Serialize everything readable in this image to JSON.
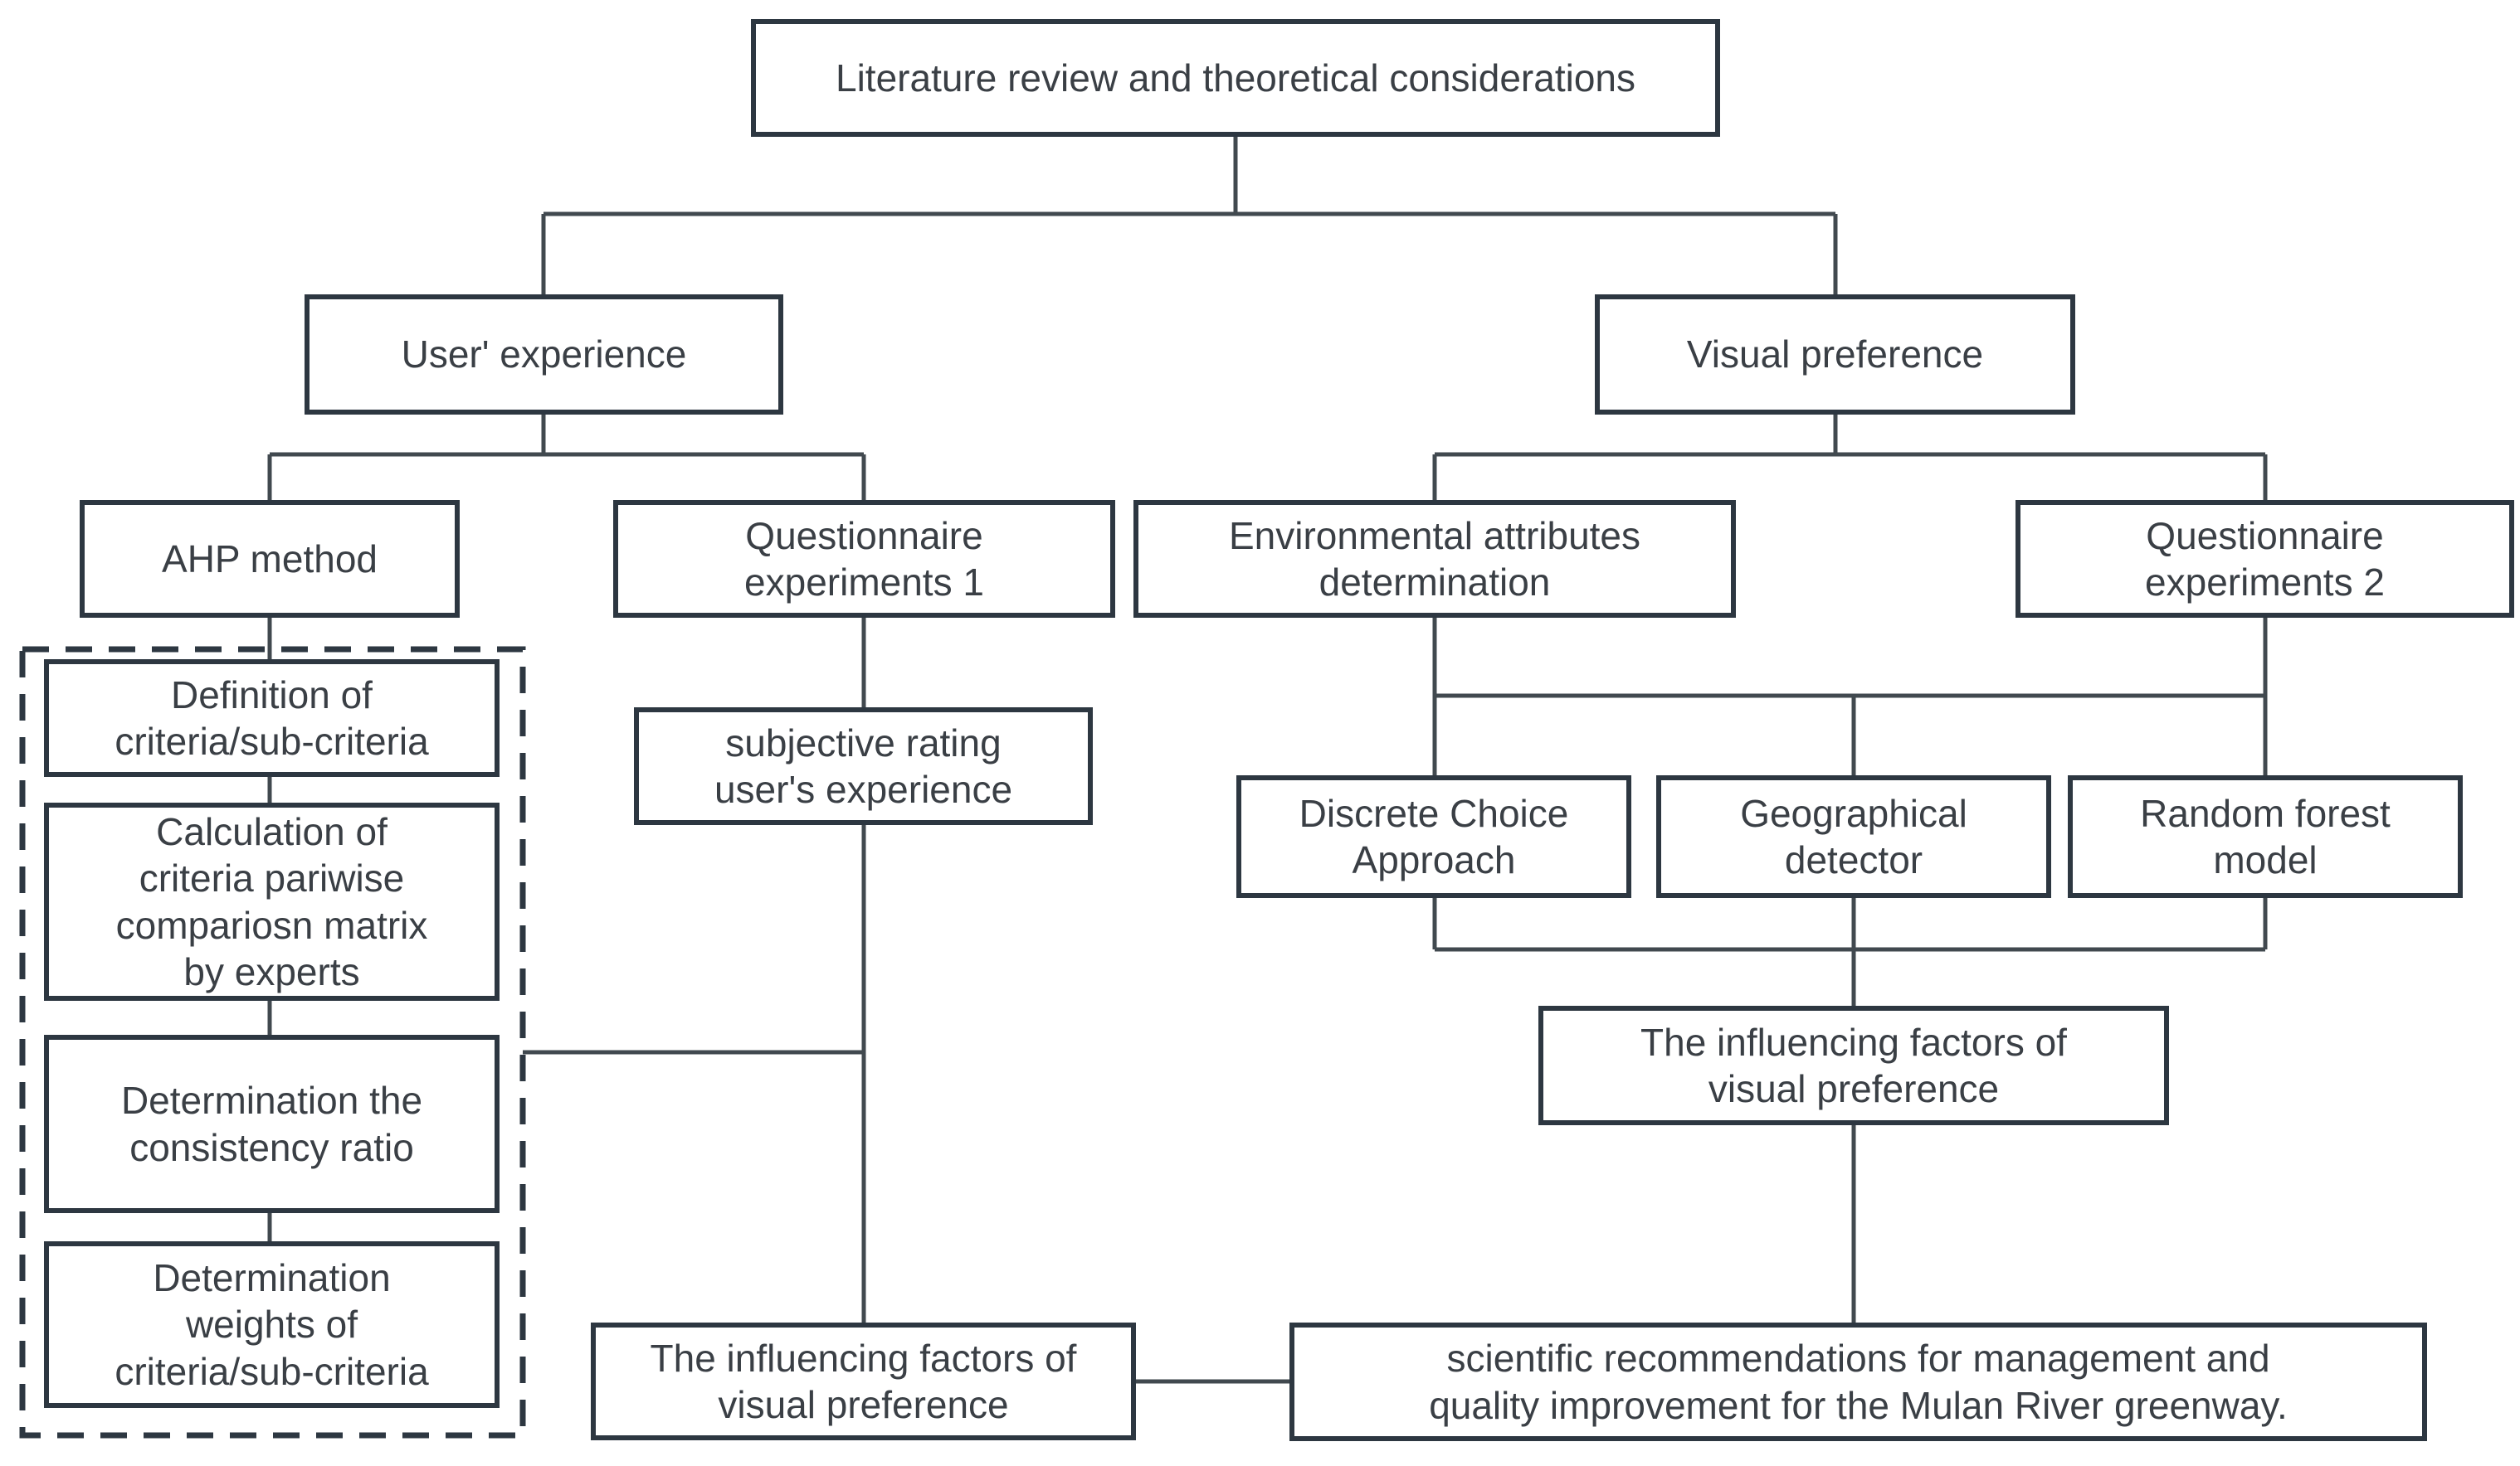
{
  "figure": {
    "kind": "research framework flowchart"
  },
  "colors": {
    "box_border": "#2d3741",
    "line": "#41494f",
    "text": "#3a3f45",
    "box_fill": "#ffffff",
    "background": "#ffffff"
  },
  "nodes": {
    "literature": {
      "label": "Literature review and theoretical considerations"
    },
    "user_experience": {
      "label": "User' experience"
    },
    "visual_preference": {
      "label": "Visual preference"
    },
    "ahp_method": {
      "label": "AHP method"
    },
    "questionnaire_1": {
      "label": "Questionnaire experiments 1"
    },
    "environmental_attributes": {
      "label": "Environmental attributes determination"
    },
    "questionnaire_2": {
      "label": "Questionnaire experiments 2"
    },
    "definition_criteria": {
      "label": "Definition of criteria/sub-criteria"
    },
    "calculation_matrix": {
      "label": "Calculation of criteria pariwise compariosn matrix by experts"
    },
    "consistency_ratio": {
      "label": "Determination the consistency ratio"
    },
    "weights_criteria": {
      "label": "Determination weights of criteria/sub-criteria"
    },
    "subjective_rating": {
      "label": "subjective rating user's experience"
    },
    "discrete_choice": {
      "label": "Discrete Choice Approach"
    },
    "geographical_detector": {
      "label": "Geographical detector"
    },
    "random_forest": {
      "label": "Random forest model"
    },
    "influencing_factors_right": {
      "label": "The influencing factors of visual preference"
    },
    "influencing_factors_left": {
      "label": "The influencing factors of visual preference"
    },
    "recommendations": {
      "label": "scientific recommendations for management and quality improvement for the Mulan River greenway."
    }
  }
}
